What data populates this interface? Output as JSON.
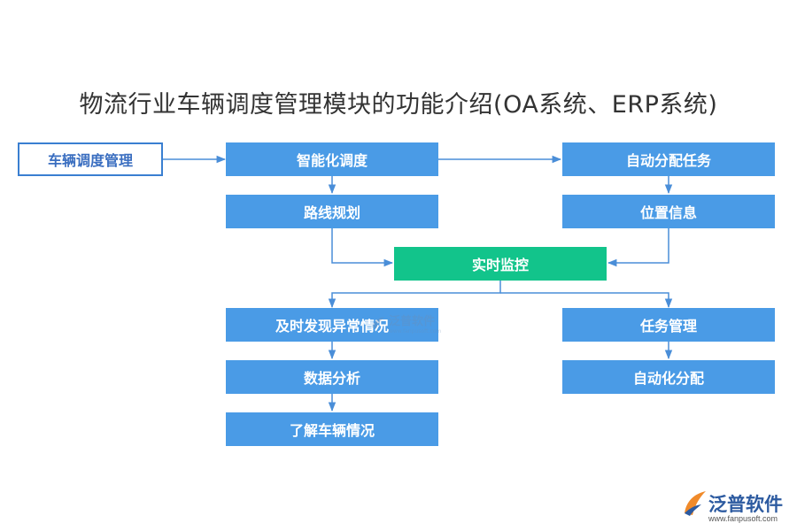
{
  "title": "物流行业车辆调度管理模块的功能介绍(OA系统、ERP系统)",
  "nodes": {
    "root": "车辆调度管理",
    "smart": "智能化调度",
    "route": "路线规划",
    "auto_assign": "自动分配任务",
    "location": "位置信息",
    "monitor": "实时监控",
    "anomaly": "及时发现异常情况",
    "analysis": "数据分析",
    "vehicle": "了解车辆情况",
    "task": "任务管理",
    "auto_dist": "自动化分配"
  },
  "watermark": {
    "name": "泛普软件",
    "url": "www.fanpusoft.com"
  },
  "brand": {
    "name": "泛普软件",
    "url": "www.fanpusoft.com"
  },
  "colors": {
    "node": "#4a9be6",
    "monitor": "#12c48b",
    "arrow": "#4a8ed8",
    "outline": "#3a7fd1"
  }
}
